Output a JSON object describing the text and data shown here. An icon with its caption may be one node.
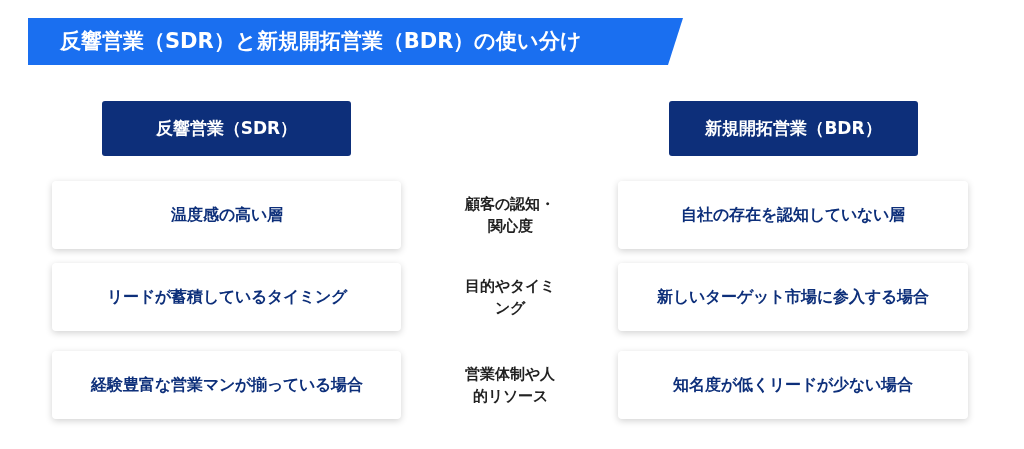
{
  "diagram": {
    "title": "反響営業（SDR）と新規開拓営業（BDR）の使い分け",
    "nodes": [
      {
        "text": [
          "反響営業（SDR）"
        ]
      },
      {
        "text": [
          "新規開拓営業（BDR）"
        ]
      },
      {
        "text": [
          "温度感の高い層"
        ]
      },
      {
        "text": [
          "自社の存在を認知していない層"
        ]
      },
      {
        "text": [
          "リードが蓄積しているタイミング"
        ]
      },
      {
        "text": [
          "新しいターゲット市場に参入する場合"
        ]
      },
      {
        "text": [
          "経験豊富な営業マンが揃っている場合"
        ]
      },
      {
        "text": [
          "知名度が低くリードが少ない場合"
        ]
      }
    ],
    "edges": [],
    "labels": [
      "顧客の認知・関心度",
      "目的やタイミング",
      "営業体制や人的リソース"
    ]
  }
}
